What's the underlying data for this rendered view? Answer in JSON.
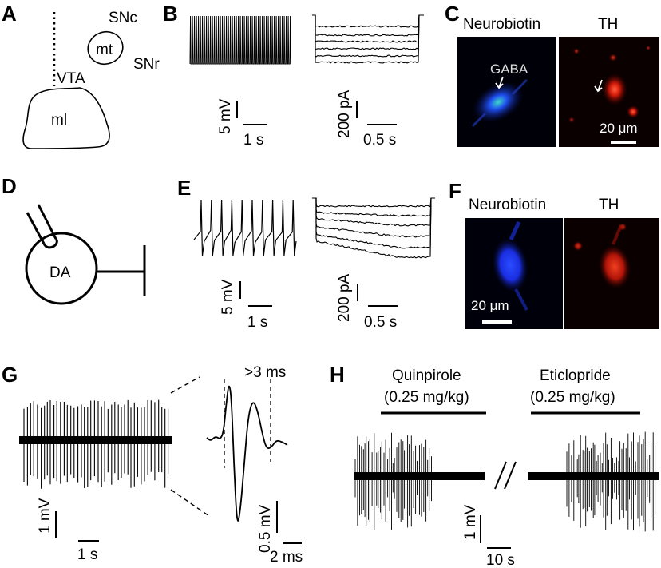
{
  "panels": {
    "A": {
      "letter": "A",
      "labels": {
        "snc": "SNc",
        "snr": "SNr",
        "vta": "VTA",
        "mt": "mt",
        "ml": "ml"
      }
    },
    "B": {
      "letter": "B",
      "scale_voltage": "5 mV",
      "scale_time_left": "1 s",
      "scale_current": "200 pA",
      "scale_time_right": "0.5 s"
    },
    "C": {
      "letter": "C",
      "neurobiotin": "Neurobiotin",
      "th": "TH",
      "gaba": "GABA",
      "scale": "20 μm"
    },
    "D": {
      "letter": "D",
      "cell": "DA"
    },
    "E": {
      "letter": "E",
      "scale_voltage": "5 mV",
      "scale_time_left": "1 s",
      "scale_current": "200 pA",
      "scale_time_right": "0.5 s"
    },
    "F": {
      "letter": "F",
      "neurobiotin": "Neurobiotin",
      "th": "TH",
      "scale": "20 μm"
    },
    "G": {
      "letter": "G",
      "duration": ">3 ms",
      "scale_voltage_left": "1 mV",
      "scale_time_left": "1 s",
      "scale_voltage_right": "0.5 mV",
      "scale_time_right": "2 ms"
    },
    "H": {
      "letter": "H",
      "drug1": "Quinpirole",
      "dose1": "(0.25 mg/kg)",
      "drug2": "Eticlopride",
      "dose2": "(0.25 mg/kg)",
      "scale_voltage": "1 mV",
      "scale_time": "10 s"
    }
  },
  "colors": {
    "neurobiotin": "#1030e0",
    "th": "#e02010",
    "background": "#000000"
  }
}
